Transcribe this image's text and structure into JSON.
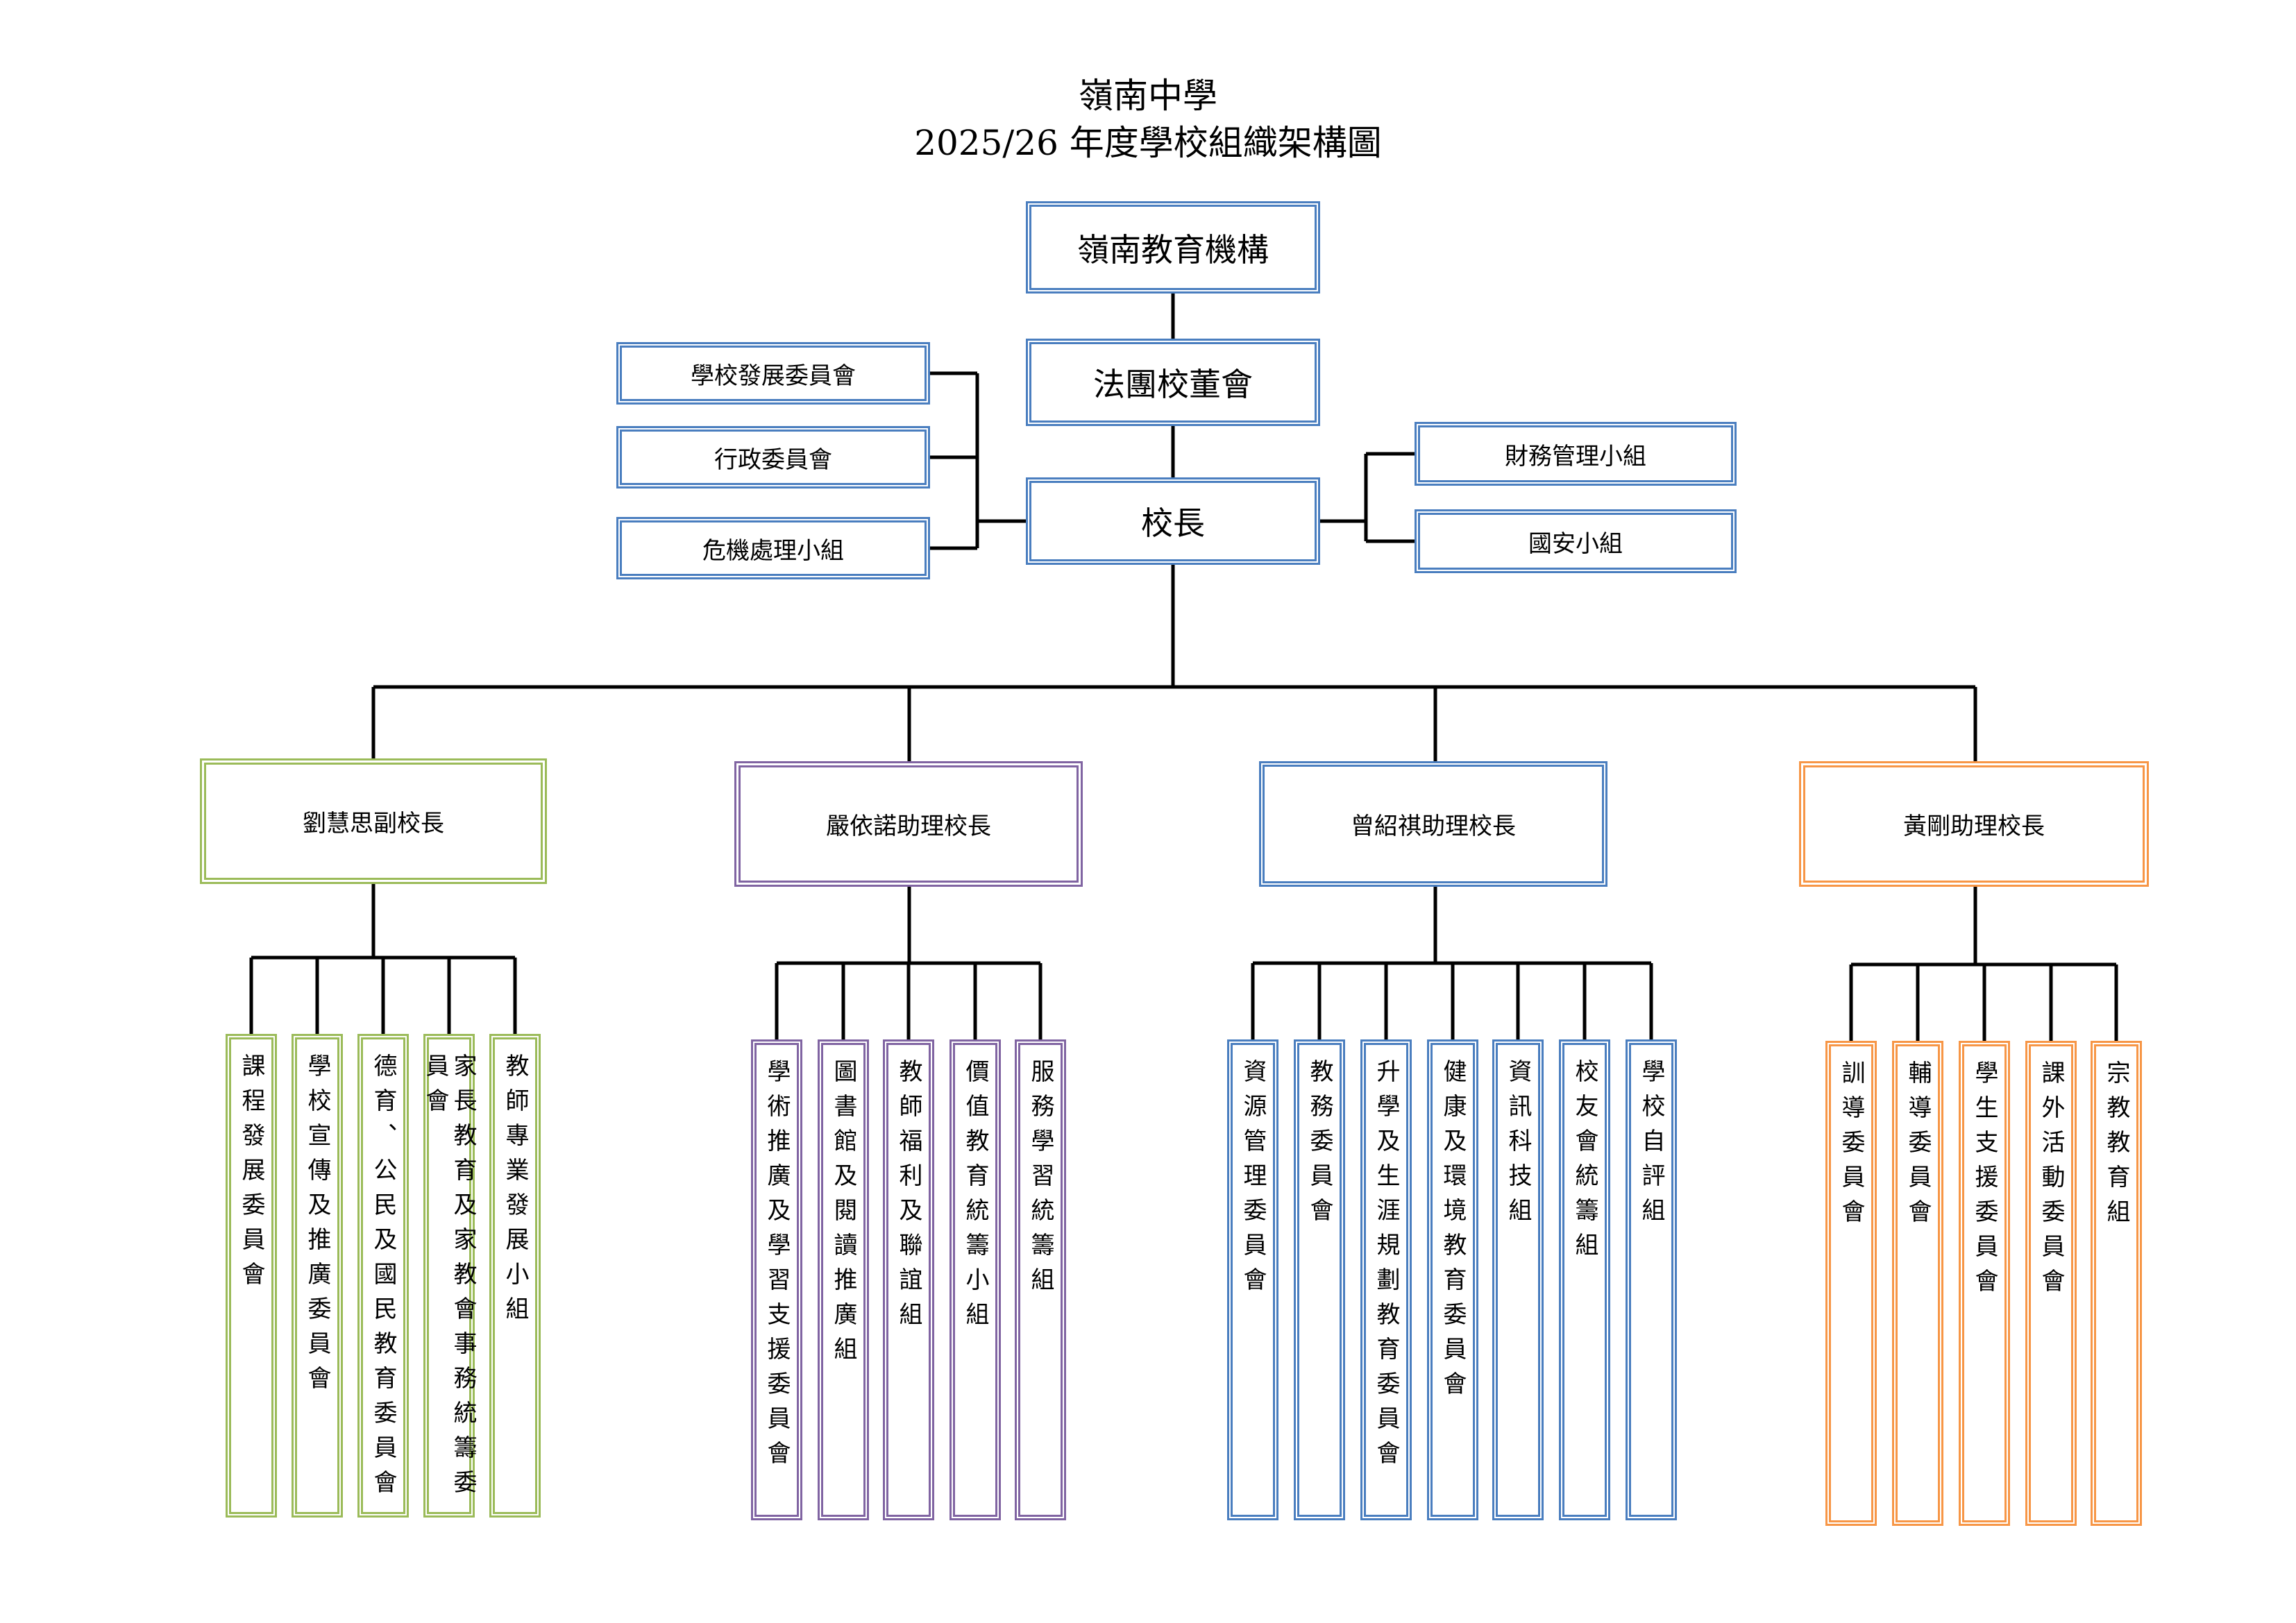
{
  "title": {
    "line1": "嶺南中學",
    "line2": "2025/26 年度學校組織架構圖"
  },
  "colors": {
    "blue": "#4a7ebf",
    "green": "#9bbb59",
    "purple": "#8064a2",
    "orange": "#f79646"
  },
  "top": {
    "institution": "嶺南教育機構",
    "board": "法團校董會",
    "principal": "校長"
  },
  "left_committees": [
    "學校發展委員會",
    "行政委員會",
    "危機處理小組"
  ],
  "right_committees": [
    "財務管理小組",
    "國安小組"
  ],
  "divisions": [
    {
      "head": "劉慧思副校長",
      "color": "green",
      "units": [
        "課程發展委員會",
        "學校宣傳及推廣委員會",
        "德育、公民及國民教育委員會",
        "家長教育及家教會事務統籌委員會",
        "教師專業發展小組"
      ]
    },
    {
      "head": "嚴依諾助理校長",
      "color": "purple",
      "units": [
        "學術推廣及學習支援委員會",
        "圖書館及閱讀推廣組",
        "教師福利及聯誼組",
        "價值教育統籌小組",
        "服務學習統籌組"
      ]
    },
    {
      "head": "曾紹祺助理校長",
      "color": "blue",
      "units": [
        "資源管理委員會",
        "教務委員會",
        "升學及生涯規劃教育委員會",
        "健康及環境教育委員會",
        "資訊科技組",
        "校友會統籌組",
        "學校自評組"
      ]
    },
    {
      "head": "黃剛助理校長",
      "color": "orange",
      "units": [
        "訓導委員會",
        "輔導委員會",
        "學生支援委員會",
        "課外活動委員會",
        "宗教教育組"
      ]
    }
  ]
}
